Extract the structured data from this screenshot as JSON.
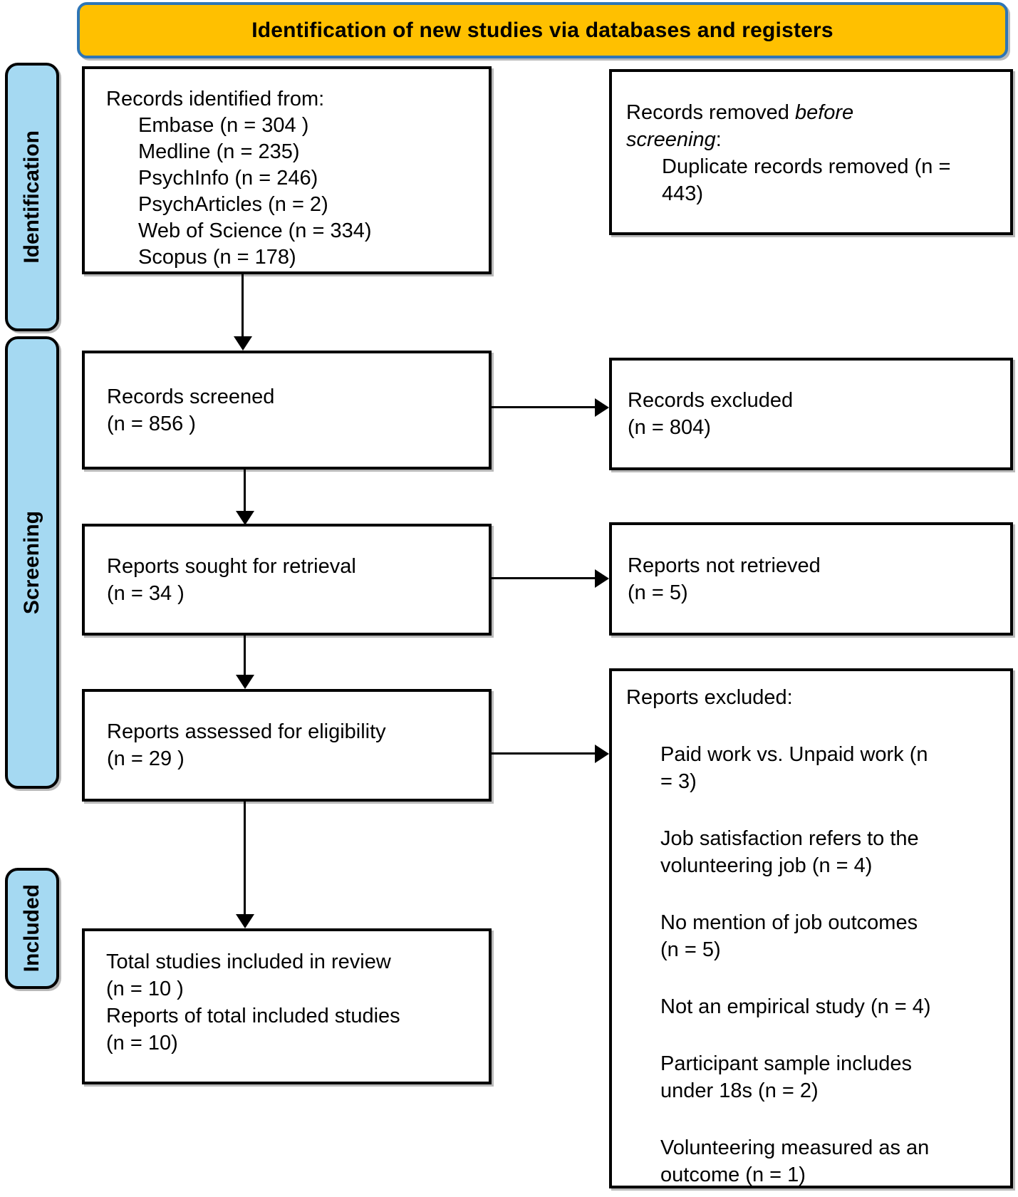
{
  "banner": {
    "title": "Identification of new studies via databases and registers"
  },
  "stages": {
    "identification": "Identification",
    "screening": "Screening",
    "included": "Included"
  },
  "colors": {
    "banner_fill": "#FFC000",
    "banner_border": "#2E75B6",
    "stage_fill": "#A5D9F2",
    "box_border": "#000000"
  },
  "boxes": {
    "records_identified": {
      "heading": "Records identified from:",
      "items": [
        "Embase (n = 304 )",
        "Medline (n = 235)",
        "PsychInfo (n = 246)",
        "PsychArticles (n = 2)",
        "Web of Science (n = 334)",
        "Scopus (n = 178)"
      ]
    },
    "records_removed": {
      "pre": "Records removed ",
      "italic1": "before",
      "italic2": "screening",
      "post": ":",
      "item": "Duplicate records removed (n = 443)"
    },
    "records_screened": {
      "line1": "Records screened",
      "line2": "(n = 856 )"
    },
    "records_excluded": {
      "line1": "Records excluded",
      "line2": "(n = 804)"
    },
    "reports_sought": {
      "line1": "Reports sought for retrieval",
      "line2": "(n = 34 )"
    },
    "reports_not_retrieved": {
      "line1": "Reports not retrieved",
      "line2": "(n = 5)"
    },
    "reports_assessed": {
      "line1": "Reports assessed for eligibility",
      "line2": "(n = 29 )"
    },
    "reports_excluded": {
      "heading": "Reports excluded:",
      "items": [
        "Paid work vs. Unpaid work (n = 3)",
        "Job satisfaction refers to the volunteering job (n = 4)",
        "No mention of job outcomes (n = 5)",
        "Not an empirical study (n = 4)",
        "Participant sample includes under 18s (n = 2)",
        "Volunteering measured as an outcome (n = 1)"
      ]
    },
    "included_total": {
      "lines": [
        "Total studies included in review",
        "(n = 10 )",
        "Reports of total included studies",
        "(n = 10)"
      ]
    }
  }
}
